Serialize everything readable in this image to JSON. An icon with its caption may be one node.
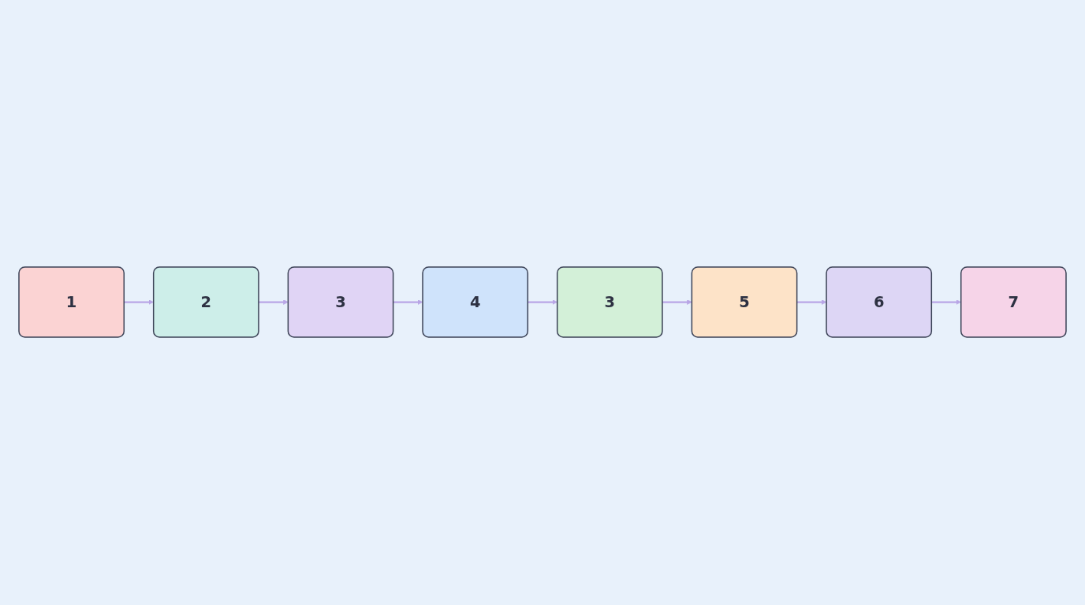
{
  "diagram": {
    "nodes": [
      {
        "text": [
          "1"
        ]
      },
      {
        "text": [
          "2"
        ]
      },
      {
        "text": [
          "3"
        ]
      },
      {
        "text": [
          "3"
        ]
      },
      {
        "text": [
          "4"
        ]
      },
      {
        "text": [
          "5"
        ]
      },
      {
        "text": [
          "6"
        ]
      },
      {
        "text": [
          "7"
        ]
      }
    ],
    "edges": [
      {
        "from": 0,
        "to": 1,
        "arrow": "to"
      },
      {
        "from": 1,
        "to": 2,
        "arrow": "to"
      },
      {
        "from": 2,
        "to": 4,
        "arrow": "to"
      },
      {
        "from": 4,
        "to": 3,
        "arrow": "to"
      },
      {
        "from": 3,
        "to": 5,
        "arrow": "to"
      },
      {
        "from": 5,
        "to": 6,
        "arrow": "to"
      },
      {
        "from": 6,
        "to": 7,
        "arrow": "to"
      }
    ]
  }
}
